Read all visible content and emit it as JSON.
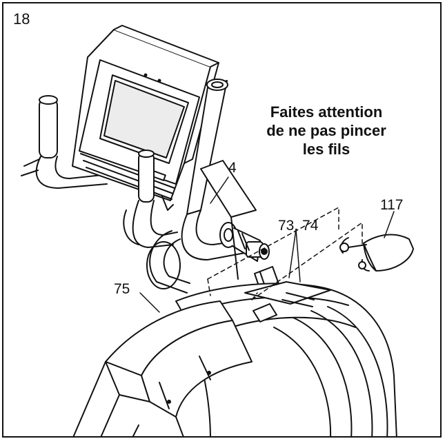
{
  "step": {
    "number": "18"
  },
  "warning": {
    "line1": "Faites attention",
    "line2": "de ne pas pincer",
    "line3": "les fils"
  },
  "callouts": {
    "part_4": "4",
    "part_73_74": "73, 74",
    "part_117": "117",
    "part_75": "75"
  },
  "colors": {
    "line": "#111111",
    "shade": "#cfcfcf",
    "screen": "#e6e6e6",
    "background": "#ffffff"
  }
}
